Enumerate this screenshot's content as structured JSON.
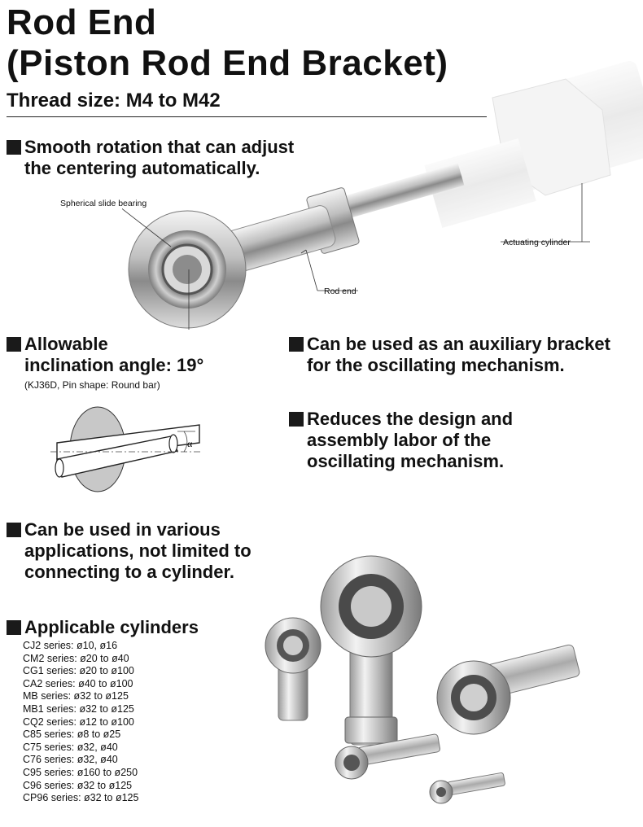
{
  "header": {
    "title_line1": "Rod End",
    "title_line2": "(Piston Rod End Bracket)",
    "subtitle": "Thread size: M4 to M42"
  },
  "features": {
    "rotation": [
      "Smooth rotation that can adjust",
      "the centering automatically."
    ],
    "inclination": [
      "Allowable",
      "inclination angle: 19°"
    ],
    "inclination_note": "(KJ36D, Pin shape: Round bar)",
    "auxiliary": [
      "Can be used as an auxiliary bracket",
      "for the oscillating mechanism."
    ],
    "labor": [
      "Reduces the design and",
      "assembly labor of the",
      "oscillating mechanism."
    ],
    "applications": [
      "Can be used in various",
      "applications, not limited to",
      "connecting to a cylinder."
    ],
    "cylinders_heading": "Applicable cylinders"
  },
  "callouts": {
    "spherical": "Spherical slide bearing",
    "rod_end": "Rod end",
    "actuating": "Actuating cylinder"
  },
  "diagram": {
    "angle_symbol": "α"
  },
  "cylinders": [
    "CJ2 series: ø10, ø16",
    "CM2 series: ø20 to ø40",
    "CG1 series: ø20 to ø100",
    "CA2 series: ø40 to ø100",
    "MB series: ø32 to ø125",
    "MB1 series: ø32 to ø125",
    "CQ2 series: ø12 to ø100",
    "C85 series: ø8 to ø25",
    "C75 series: ø32, ø40",
    "C76 series: ø32, ø40",
    "C95 series: ø160 to ø250",
    "C96 series: ø32 to ø125",
    "CP96 series: ø32 to ø125"
  ]
}
